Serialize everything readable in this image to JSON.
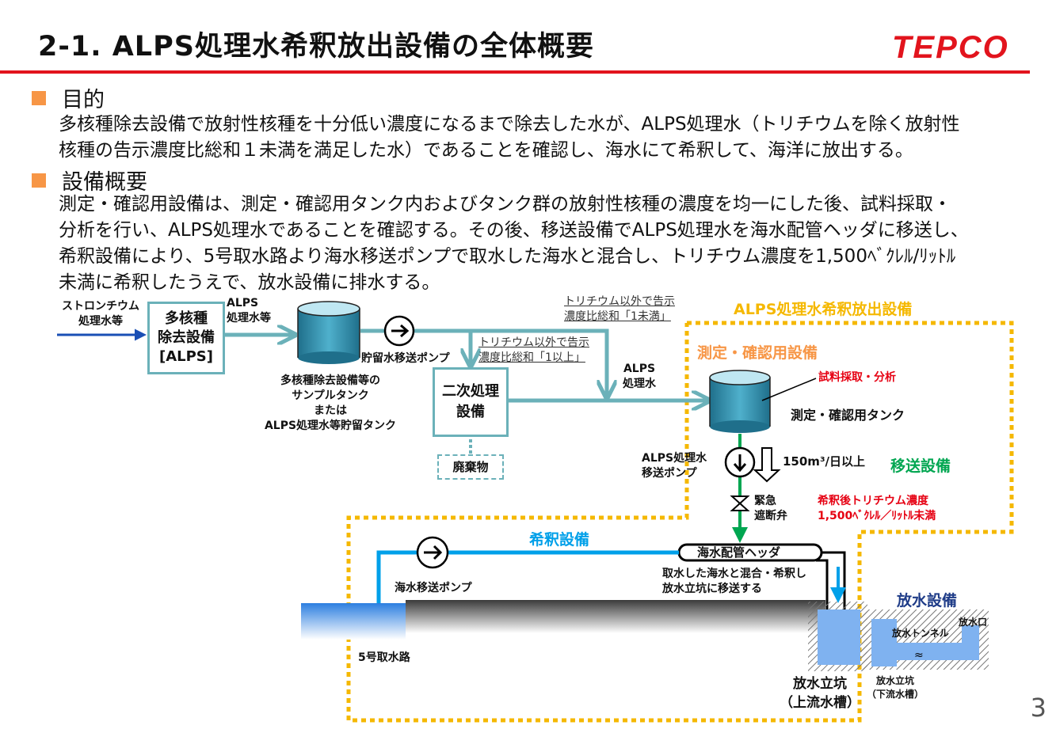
{
  "header": {
    "title": "2-1. ALPS処理水希釈放出設備の全体概要",
    "logo": "TEPCO",
    "accent": "#e2141d"
  },
  "sections": [
    {
      "heading": "目的",
      "lines": [
        "多核種除去設備で放射性核種を十分低い濃度になるまで除去した水が、ALPS処理水（トリチウムを除く放射性",
        "核種の告示濃度比総和１未満を満足した水）であることを確認し、海水にて希釈して、海洋に放出する。"
      ]
    },
    {
      "heading": "設備概要",
      "lines": [
        "測定・確認用設備は、測定・確認用タンク内およびタンク群の放射性核種の濃度を均一にした後、試料採取・",
        "分析を行い、ALPS処理水であることを確認する。その後、移送設備でALPS処理水を海水配管ヘッダに移送し、",
        "希釈設備により、5号取水路より海水移送ポンプで取水した海水と混合し、トリチウム濃度を1,500ﾍﾞｸﾚﾙ/ﾘｯﾄﾙ",
        "未満に希釈したうえで、放水設備に排水する。"
      ]
    }
  ],
  "diagram": {
    "strontium_line1": "ストロンチウム",
    "strontium_line2": "処理水等",
    "alps_box_line1": "多核種",
    "alps_box_line2": "除去設備",
    "alps_box_line3": "[ALPS]",
    "alps_label_line1": "ALPS",
    "alps_label_line2": "処理水等",
    "storage_pump": "貯留水移送ポンプ",
    "tank_caption_line1": "多核種除去設備等の",
    "tank_caption_line2": "サンプルタンク",
    "tank_caption_line3": "または",
    "tank_caption_line4": "ALPS処理水等貯留タンク",
    "cond_top_line1": "トリチウム以外で告示",
    "cond_top_line2": "濃度比総和「1未満」",
    "cond_mid_line1": "トリチウム以外で告示",
    "cond_mid_line2": "濃度比総和「1以上」",
    "secondary_line1": "二次処理",
    "secondary_line2": "設備",
    "waste": "廃棄物",
    "alps_water_line1": "ALPS",
    "alps_water_line2": "処理水",
    "facility_title": "ALPS処理水希釈放出設備",
    "measure_title": "測定・確認用設備",
    "sampling": "試料採取・分析",
    "measure_tank": "測定・確認用タンク",
    "transfer_pump_line1": "ALPS処理水",
    "transfer_pump_line2": "移送ポンプ",
    "flow_rate": "150m³/日以上",
    "transfer_title": "移送設備",
    "valve_line1": "緊急",
    "valve_line2": "遮断弁",
    "post_dilution_line1": "希釈後トリチウム濃度",
    "post_dilution_line2": "1,500ﾍﾞｸﾚﾙ／ﾘｯﾄﾙ未満",
    "dilution_title": "希釈設備",
    "header_pipe": "海水配管ヘッダ",
    "mix_line1": "取水した海水と混合・希釈し",
    "mix_line2": "放水立坑に移送する",
    "seawater_pump": "海水移送ポンプ",
    "intake": "5号取水路",
    "discharge_title": "放水設備",
    "tunnel": "放水トンネル",
    "outlet": "放水口",
    "shaft_up_line1": "放水立坑",
    "shaft_up_line2": "（上流水槽）",
    "shaft_down_line1": "放水立坑",
    "shaft_down_line2": "（下流水槽）",
    "colors": {
      "facility": "#f5b800",
      "measure": "#f79646",
      "transfer": "#00a651",
      "dilution": "#00a0e9",
      "discharge": "#1f3c88",
      "warning": "#e60012",
      "pipe": "#6bb1b9"
    }
  },
  "page_number": "3"
}
